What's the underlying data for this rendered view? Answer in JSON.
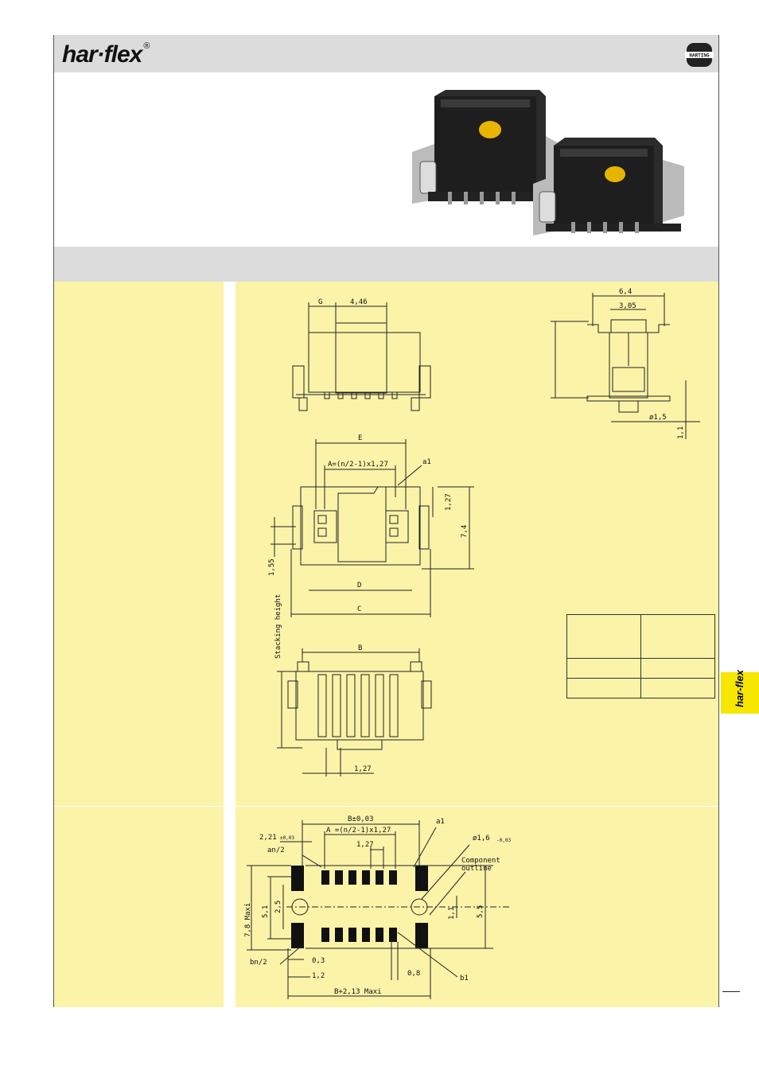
{
  "header": {
    "logo_text": "har·flex",
    "logo_mark": "®",
    "brand_badge": "HARTING"
  },
  "dimensions_top": {
    "g": "G",
    "w446": "4,46",
    "w64": "6,4",
    "w305": "3,05",
    "d15": "ø1,5",
    "h11": "1,1"
  },
  "dimensions_mid": {
    "e": "E",
    "a": "A=(n/2-1)x1,27",
    "a1": "a1",
    "h127": "1,27",
    "h74": "7,4",
    "h155": "1,55",
    "d": "D",
    "c": "C",
    "stack": "Stacking height"
  },
  "dimensions_low": {
    "b": "B",
    "p127": "1,27"
  },
  "pcb_layout": {
    "b003": "B±0,03",
    "a": "A =(n/2-1)x1,27",
    "a1": "a1",
    "d16": "ø1,6",
    "tol16": "-0,03",
    "t221": "2,21",
    "tol221": "±0,03",
    "an2": "an/2",
    "p127": "1,27",
    "comp1": "Component",
    "comp2": "outline",
    "h78": "7,8 Maxi",
    "h51": "5,1",
    "h25": "2,5",
    "h11": "1,1",
    "h55": "5,5",
    "bn2": "bn/2",
    "w03": "0,3",
    "w12": "1,2",
    "w08": "0,8",
    "b1": "b1",
    "bmaxi": "B+2,13 Maxi"
  },
  "side_tab": {
    "label": "har-flex"
  },
  "colors": {
    "yellow": "#fbf3a8",
    "grey": "#dcdcdc",
    "tab": "#f6e600"
  }
}
